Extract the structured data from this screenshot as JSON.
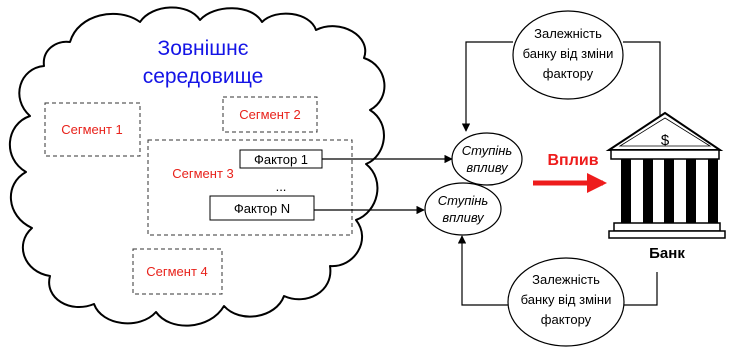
{
  "environment": {
    "title_line1": "Зовнішнє",
    "title_line2": "середовище"
  },
  "segments": [
    "Сегмент 1",
    "Сегмент 2",
    "Сегмент 3",
    "Сегмент 4"
  ],
  "factors": {
    "first": "Фактор 1",
    "ellipsis": "...",
    "last": "Фактор N"
  },
  "influence_degree": {
    "line1": "Ступінь",
    "line2": "впливу"
  },
  "influence_label": "Вплив",
  "dependency": {
    "line1": "Залежність",
    "line2": "банку від зміни",
    "line3": "фактору"
  },
  "bank": {
    "symbol": "$",
    "label": "Банк"
  },
  "colors": {
    "segment_text": "#e8221b",
    "title_text": "#1414e6",
    "arrow_red": "#ee1c1c",
    "line": "#000000"
  }
}
